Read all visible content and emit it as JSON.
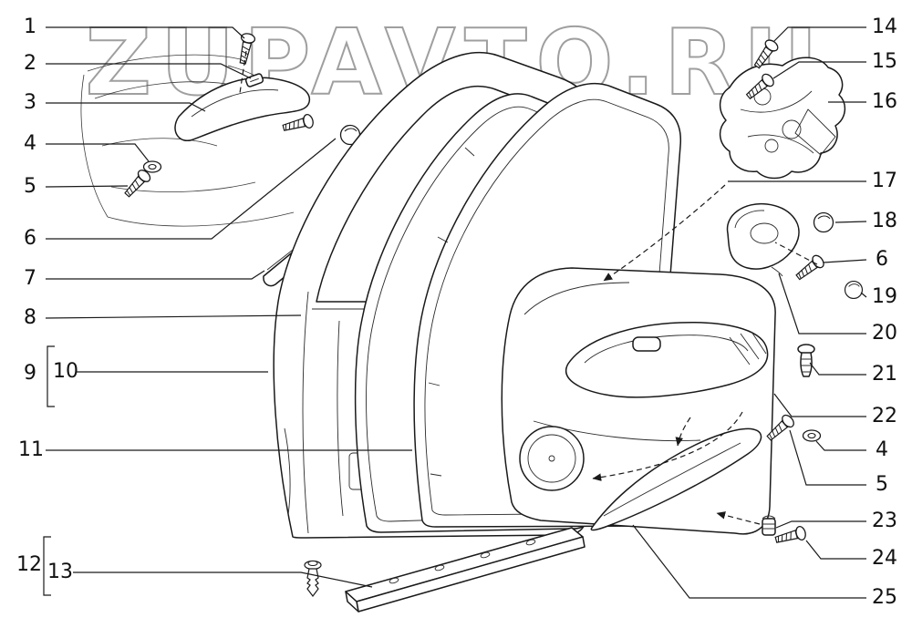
{
  "watermark": {
    "text": "ZUPAVTO.RU"
  },
  "callouts": {
    "left": [
      {
        "label": "1"
      },
      {
        "label": "2"
      },
      {
        "label": "3"
      },
      {
        "label": "4"
      },
      {
        "label": "5"
      },
      {
        "label": "6"
      },
      {
        "label": "7"
      },
      {
        "label": "8"
      },
      {
        "label": "9"
      },
      {
        "label": "10"
      },
      {
        "label": "11"
      },
      {
        "label": "12"
      },
      {
        "label": "13"
      }
    ],
    "right": [
      {
        "label": "14"
      },
      {
        "label": "15"
      },
      {
        "label": "16"
      },
      {
        "label": "17"
      },
      {
        "label": "18"
      },
      {
        "label": "6"
      },
      {
        "label": "19"
      },
      {
        "label": "20"
      },
      {
        "label": "21"
      },
      {
        "label": "22"
      },
      {
        "label": "4"
      },
      {
        "label": "5"
      },
      {
        "label": "23"
      },
      {
        "label": "24"
      },
      {
        "label": "25"
      }
    ]
  },
  "colors": {
    "ink": "#1a1a1a",
    "watermark_outline": "#8f8f8f",
    "background": "#ffffff"
  }
}
